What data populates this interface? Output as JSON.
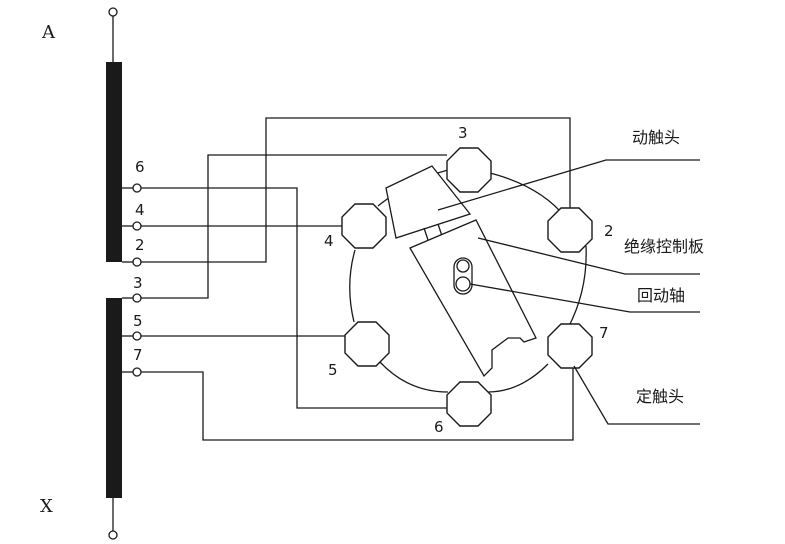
{
  "terminals": {
    "top": "A",
    "bottom": "X"
  },
  "tap_labels": [
    "6",
    "4",
    "2",
    "3",
    "5",
    "7"
  ],
  "contact_labels": {
    "c3": "3",
    "c2": "2",
    "c4": "4",
    "c7": "7",
    "c5": "5",
    "c6": "6"
  },
  "callouts": {
    "moving_contact": "动触头",
    "insulating_plate": "绝缘控制板",
    "return_shaft": "回动轴",
    "fixed_contact": "定触头"
  },
  "colors": {
    "ink": "#1a1a1a",
    "paper": "#ffffff"
  }
}
